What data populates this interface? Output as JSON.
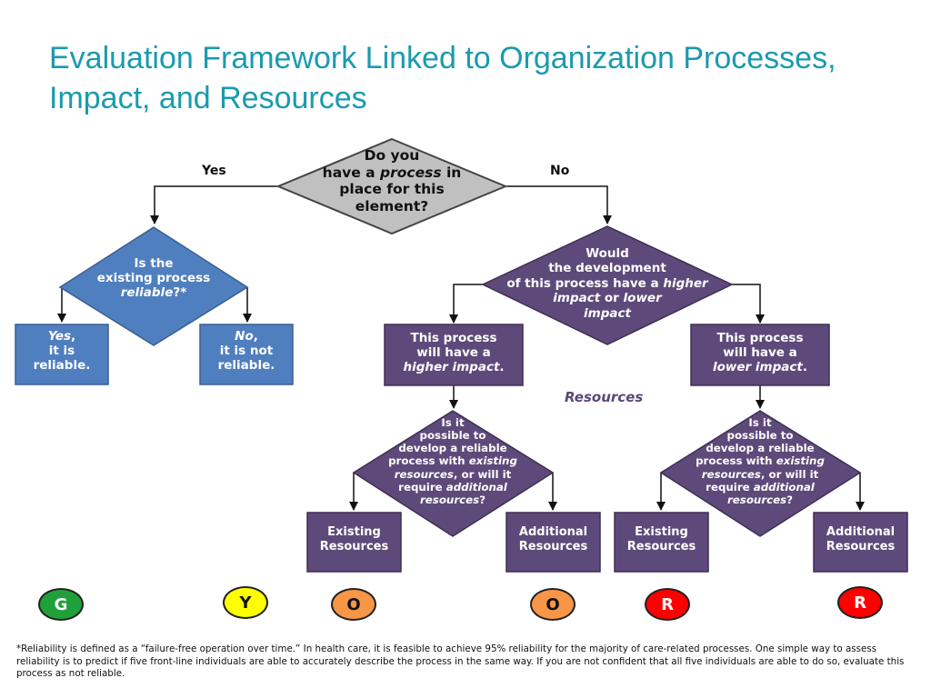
{
  "title": "Evaluation Framework Linked to Organization Processes, Impact, and Resources",
  "colors": {
    "title": "#1a9ab0",
    "blue": "#4f7fbf",
    "purple": "#5e4a7a",
    "grey": "#c0c0c0",
    "green": "#1fa03a",
    "yellow": "#ffff00",
    "orange": "#f79646",
    "red": "#ff0000"
  },
  "branch": {
    "yes": "Yes",
    "no": "No"
  },
  "q1": {
    "l1": "Do you",
    "l2a": "have a ",
    "l2b": "process",
    "l2c": " in",
    "l3": "place for this",
    "l4": "element?"
  },
  "q2": {
    "l1": "Is the",
    "l2": "existing process",
    "l3a": "reliable",
    "l3b": "?*"
  },
  "yes_box": {
    "l1a": "Yes",
    "l1b": ",",
    "l2": "it is",
    "l3": "reliable."
  },
  "no_box": {
    "l1a": "No",
    "l1b": ",",
    "l2": "it is not",
    "l3": "reliable."
  },
  "q3": {
    "l1": "Would",
    "l2": "the development",
    "l3a": "of this process have a ",
    "l3b": "higher",
    "l4a": "impact",
    "l4b": " or ",
    "l4c": "lower",
    "l5": "impact"
  },
  "high_box": {
    "l1": "This process",
    "l2": "will have a",
    "l3": "higher impact",
    "l3b": "."
  },
  "low_box": {
    "l1": "This process",
    "l2": "will have a",
    "l3": "lower impact",
    "l3b": "."
  },
  "resources_label": "Resources",
  "q4": {
    "l1": "Is it",
    "l2": "possible to",
    "l3": "develop a reliable",
    "l4a": "process with ",
    "l4b": "existing",
    "l5a": "resources",
    "l5b": ", or will it",
    "l6a": "require ",
    "l6b": "additional",
    "l7a": "resources",
    "l7b": "?"
  },
  "existing": {
    "l1": "Existing",
    "l2": "Resources"
  },
  "additional": {
    "l1": "Additional",
    "l2": "Resources"
  },
  "ratings": [
    "G",
    "Y",
    "O",
    "O",
    "R",
    "R"
  ],
  "footnote": "*Reliability is defined as a “failure-free operation over time.” In health care, it is feasible to achieve 95% reliability for the majority of care-related processes. One simple way to assess reliability is to predict if five front-line individuals are able to accurately describe the process in the same way. If you are not confident that all five individuals are able to do so, evaluate this process as not reliable."
}
